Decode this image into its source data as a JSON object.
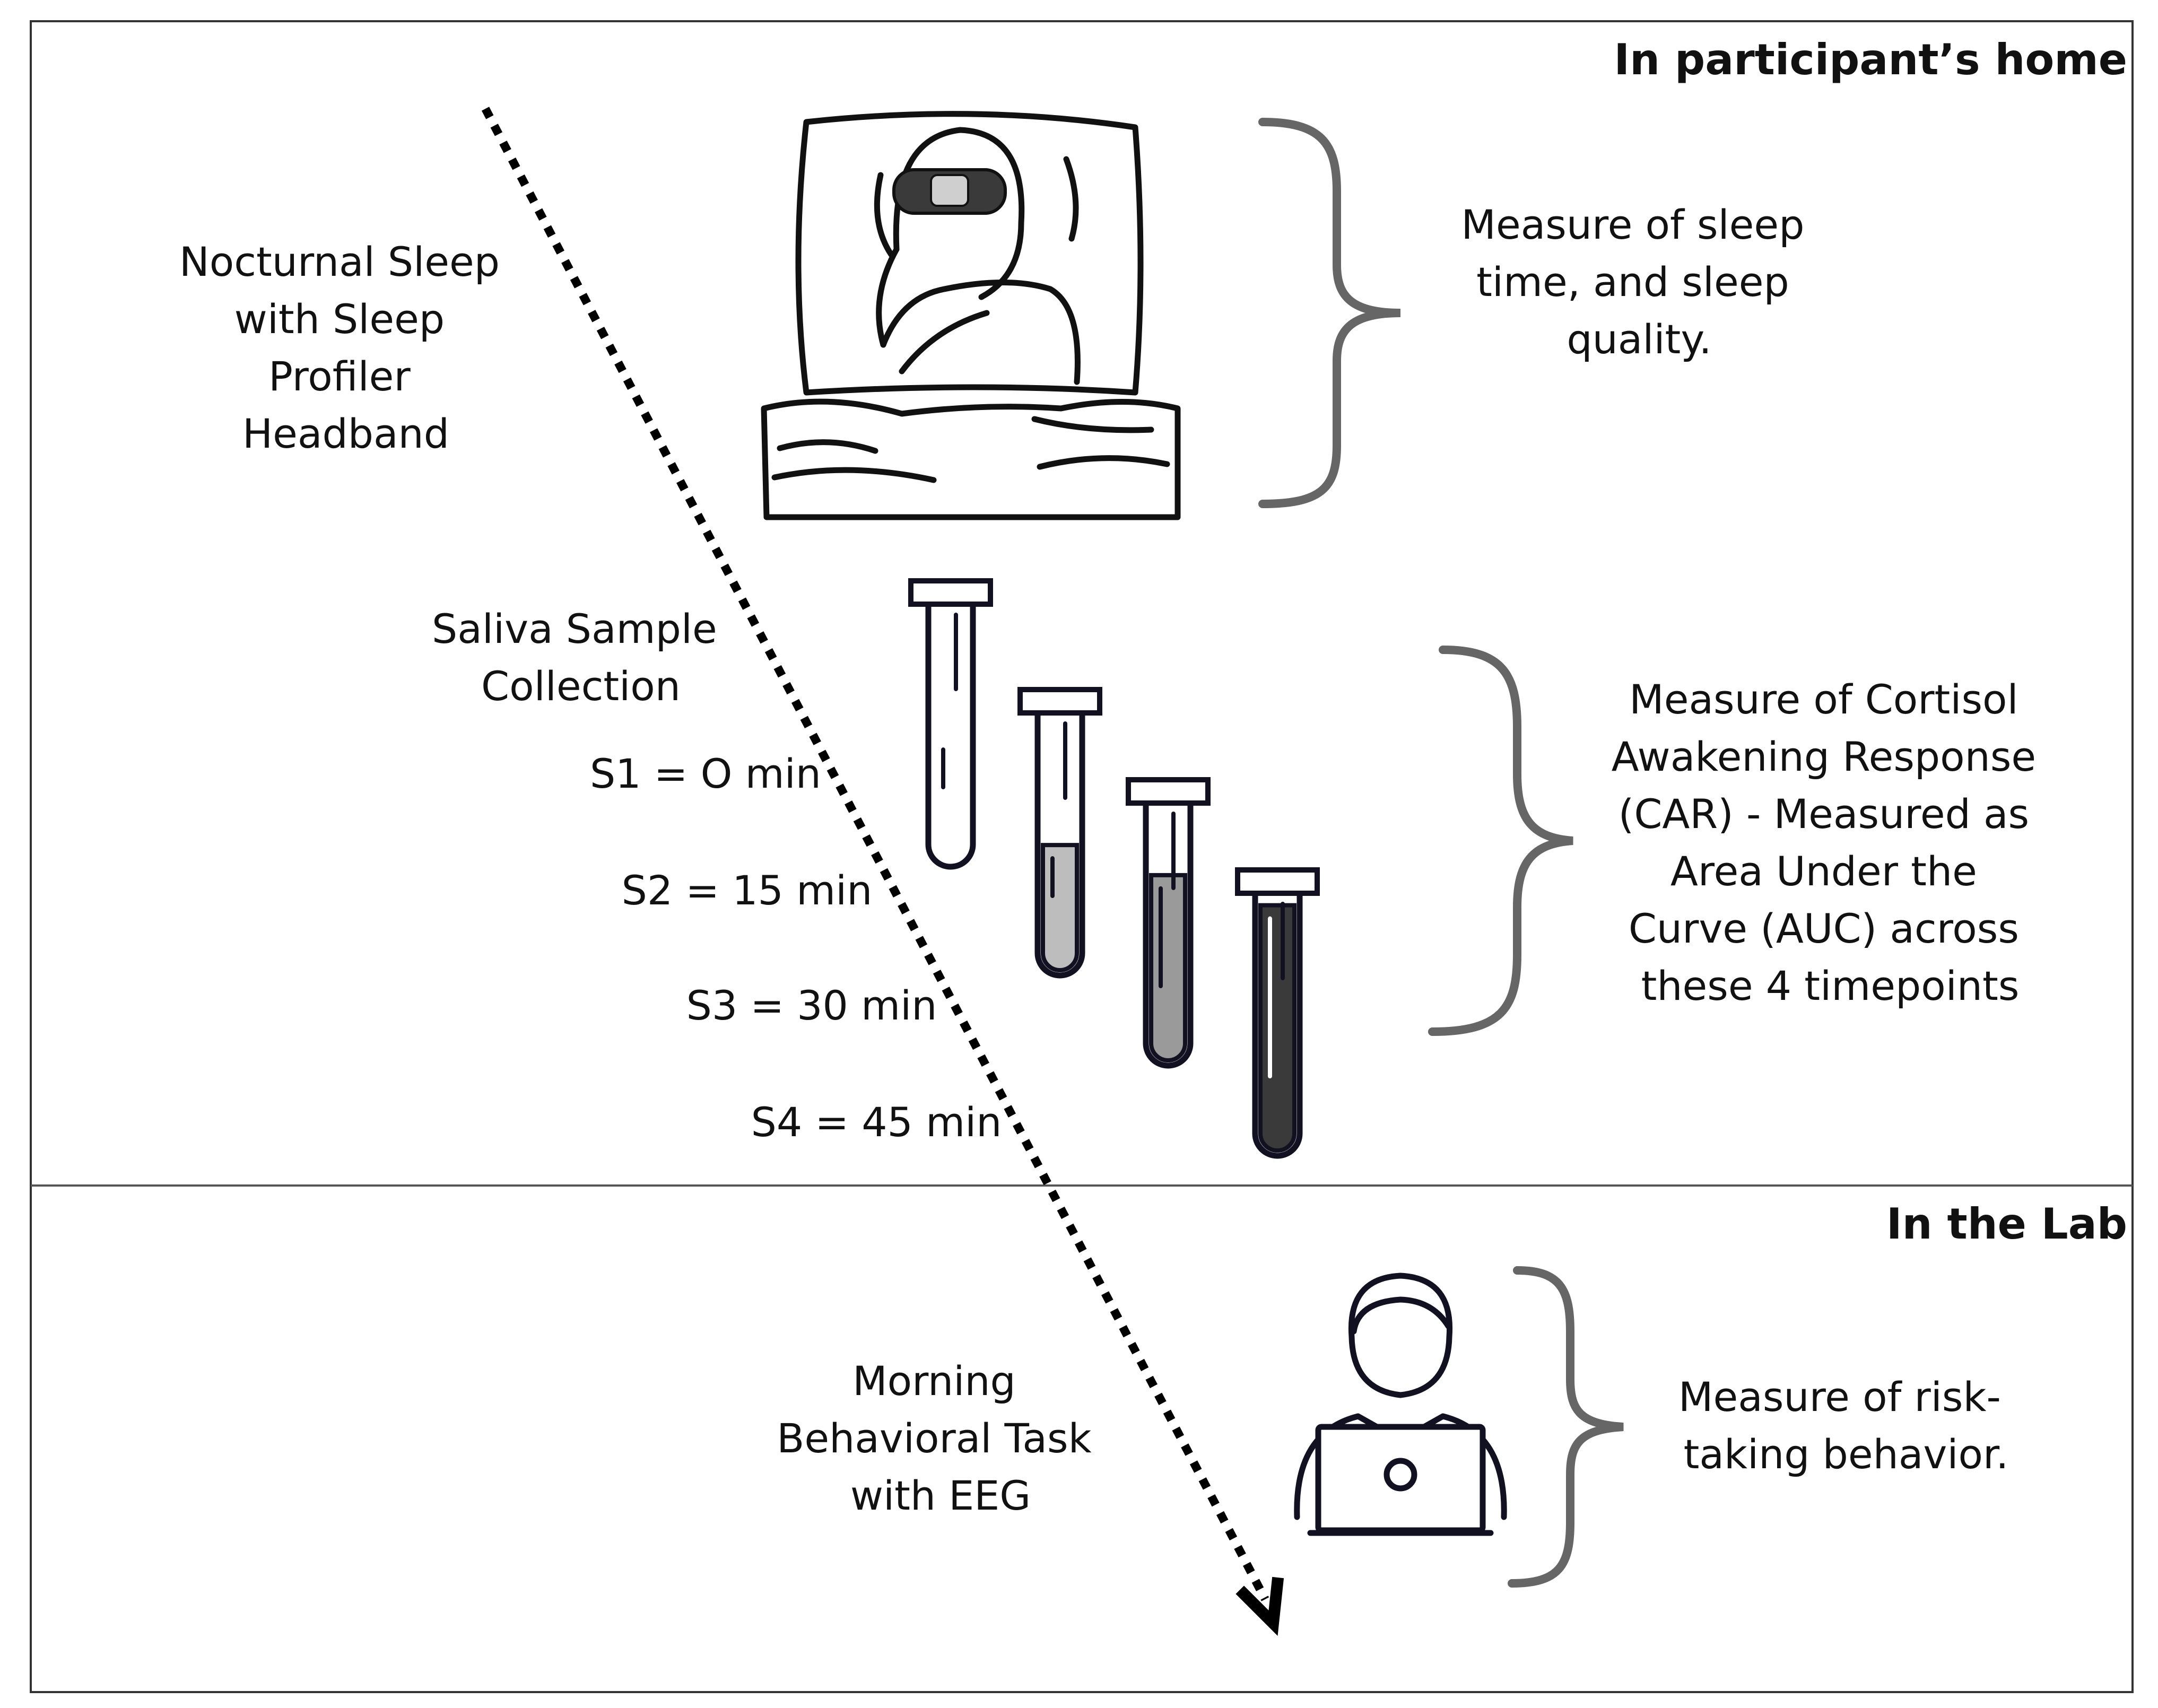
{
  "sections": {
    "home": {
      "title": "In participant’s home"
    },
    "lab": {
      "title": "In the Lab"
    }
  },
  "steps": {
    "sleep": {
      "label": [
        "Nocturnal Sleep",
        "with Sleep",
        "Profiler",
        "Headband"
      ],
      "measure": [
        "Measure of sleep",
        "time, and sleep",
        "quality."
      ],
      "icon": "person-sleeping-in-bed-with-headband-icon"
    },
    "saliva": {
      "label": [
        "Saliva Sample",
        "Collection"
      ],
      "samples": [
        "S1 = O min",
        "S2 = 15 min",
        "S3 = 30 min",
        "S4 = 45 min"
      ],
      "measure": [
        "Measure of Cortisol",
        "Awakening Response",
        "(CAR) - Measured as",
        "Area Under the",
        "Curve (AUC) across",
        "these 4 timepoints"
      ],
      "icon": "test-tube-icon",
      "tube_fill_levels": [
        0.0,
        0.45,
        0.7,
        0.95
      ]
    },
    "task": {
      "label": [
        "Morning",
        "Behavioral Task",
        "with EEG"
      ],
      "measure": [
        "Measure of risk-",
        "taking behavior."
      ],
      "icon": "person-at-laptop-icon"
    }
  },
  "colors": {
    "line": "#111111",
    "brace": "#666666",
    "divider": "#555555",
    "border": "#333333",
    "arrow": "#000000",
    "tube_fills": [
      "#ffffff",
      "#bdbdbd",
      "#9a9a9a",
      "#3a3a3a"
    ],
    "headband": "#3a3a3a"
  }
}
